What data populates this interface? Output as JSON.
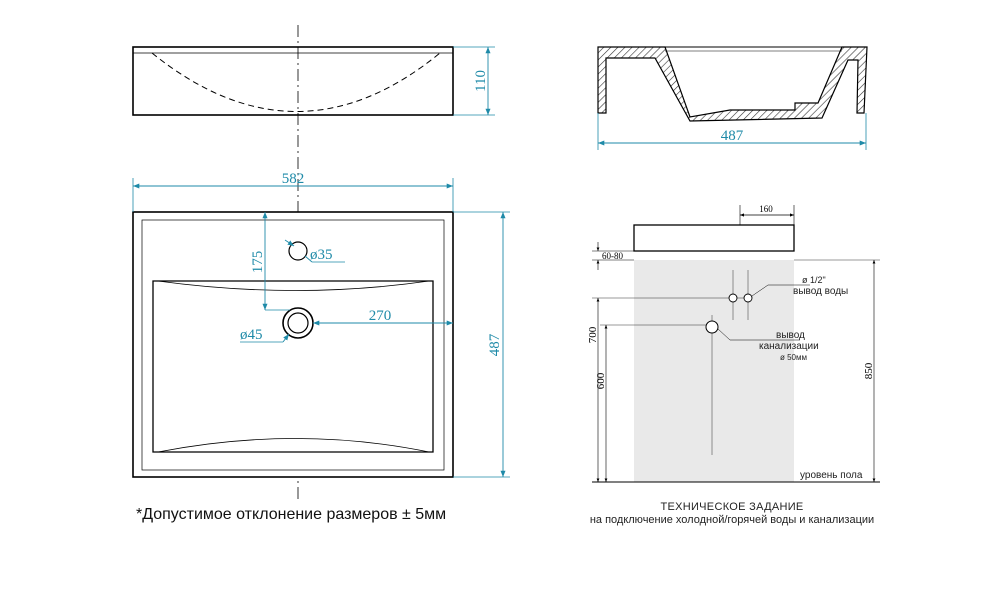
{
  "dimensions": {
    "height_110": "110",
    "width_582": "582",
    "depth_487_top": "487",
    "depth_487_side": "487",
    "tap_175": "175",
    "drain_270": "270",
    "tap_diameter": "ø35",
    "drain_diameter": "ø45"
  },
  "tech": {
    "top_160": "160",
    "range_60_80": "60-80",
    "h700": "700",
    "h600": "600",
    "h850": "850",
    "water_line1": "ø 1/2\"",
    "water_line2": "вывод воды",
    "drain_line1": "вывод",
    "drain_line2": "канализации",
    "drain_line3": "ø 50мм",
    "floor_label": "уровень пола",
    "title": "ТЕХНИЧЕСКОЕ ЗАДАНИЕ",
    "subtitle": "на подключение холодной/горячей воды и канализации"
  },
  "tolerance_note": "*Допустимое отклонение размеров ± 5мм",
  "colors": {
    "dimension_teal": "#1e8aa8",
    "outline": "#000000",
    "hatch": "#333333",
    "wall_zone": "#e9e9e9"
  }
}
